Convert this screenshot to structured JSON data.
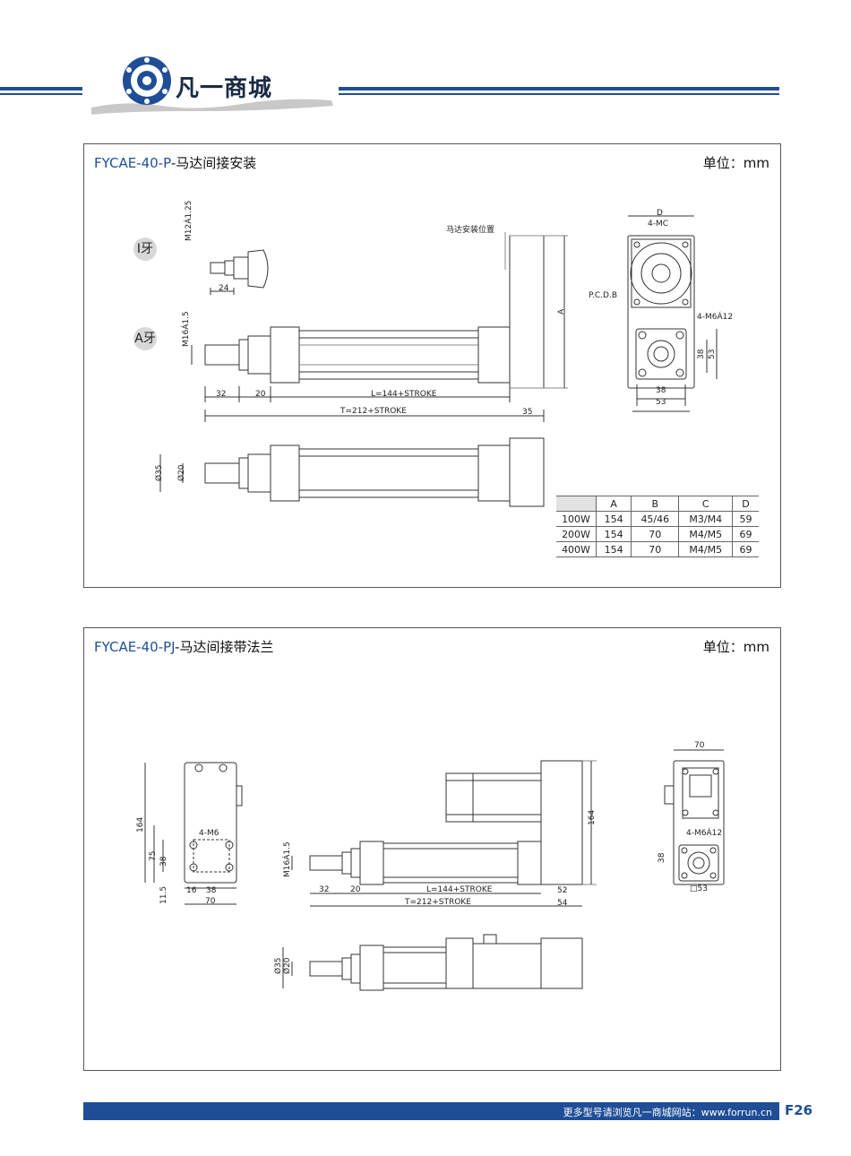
{
  "header": {
    "brand_name": "凡一商城",
    "accent": "#1f4e96"
  },
  "section1": {
    "model": "FYCAE-40-P",
    "title_suffix": "-马达间接安装",
    "unit": "单位：mm",
    "thread_labels": [
      "I牙",
      "A牙"
    ],
    "drawing_labels": {
      "m12": "M12Á1.25",
      "w24": "24",
      "m16": "M16Á1.5",
      "d32": "32",
      "d20": "20",
      "len": "L=144+STROKE",
      "total": "T=212+STROKE",
      "d35": "35",
      "motor_pos": "马达安装位置",
      "a": "A",
      "d": "D",
      "mc": "4-MC",
      "pcd": "P.C.D.B",
      "m6": "4-M6Á12",
      "v38": "38",
      "v53": "53",
      "h38": "38",
      "h53": "53",
      "phi35": "Ø35",
      "phi20": "Ø20"
    },
    "table": {
      "headers": [
        "",
        "A",
        "B",
        "C",
        "D"
      ],
      "rows": [
        [
          "100W",
          "154",
          "45/46",
          "M3/M4",
          "59"
        ],
        [
          "200W",
          "154",
          "70",
          "M4/M5",
          "69"
        ],
        [
          "400W",
          "154",
          "70",
          "M4/M5",
          "69"
        ]
      ]
    }
  },
  "section2": {
    "model": "FYCAE-40-PJ",
    "title_suffix": "-马达间接带法兰",
    "unit": "单位：mm",
    "drawing_labels": {
      "h164": "164",
      "m6": "4-M6",
      "v75": "75",
      "v38": "38",
      "v115": "11.5",
      "w16": "16",
      "w38": "38",
      "w70": "70",
      "m16": "M16Á1.5",
      "d32": "32",
      "d20": "20",
      "len": "L=144+STROKE",
      "total": "T=212+STROKE",
      "d52": "52",
      "d54": "54",
      "r164": "164",
      "t70": "70",
      "m6b": "4-M6Á12",
      "v38b": "38",
      "sq53": "□53",
      "phi35": "Ø35",
      "phi20": "Ø20"
    }
  },
  "footer": {
    "text": "更多型号请浏览凡一商城网站：www.forrun.cn",
    "page": "F26"
  }
}
